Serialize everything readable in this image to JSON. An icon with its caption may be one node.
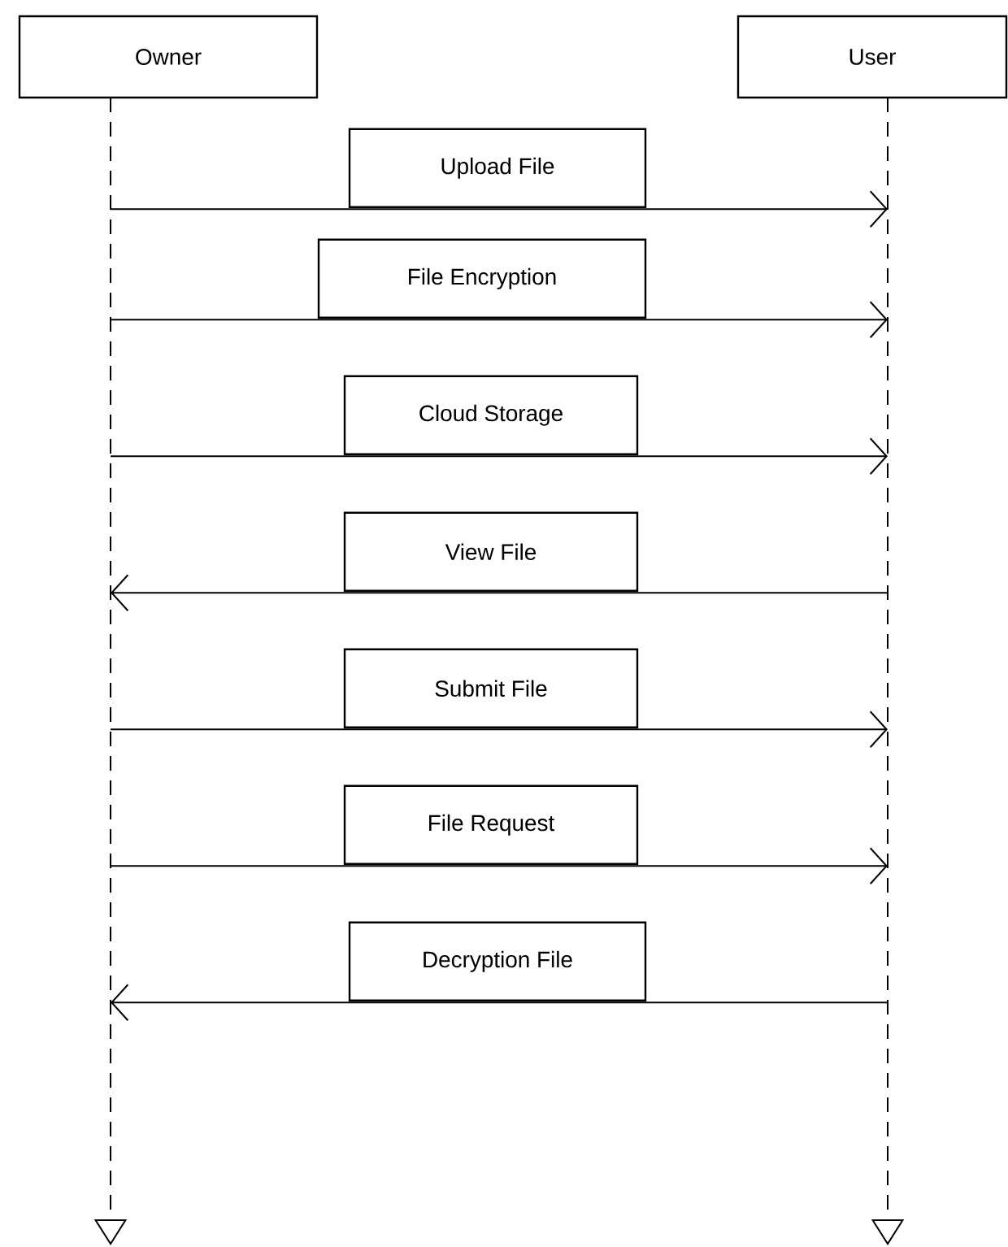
{
  "diagram": {
    "nodes": [
      {
        "text": [
          "Owner"
        ]
      },
      {
        "text": [
          "User"
        ]
      }
    ],
    "edges": [
      {
        "from": 0,
        "to": 1,
        "arrow": "to",
        "label": "Upload File"
      },
      {
        "from": 0,
        "to": 1,
        "arrow": "to",
        "label": "File Encryption"
      },
      {
        "from": 0,
        "to": 1,
        "arrow": "to",
        "label": "Cloud Storage"
      },
      {
        "from": 1,
        "to": 0,
        "arrow": "to",
        "label": "View File"
      },
      {
        "from": 0,
        "to": 1,
        "arrow": "to",
        "label": "Submit File"
      },
      {
        "from": 0,
        "to": 1,
        "arrow": "to",
        "label": "File Request"
      },
      {
        "from": 1,
        "to": 0,
        "arrow": "to",
        "label": "Decryption File"
      }
    ]
  }
}
